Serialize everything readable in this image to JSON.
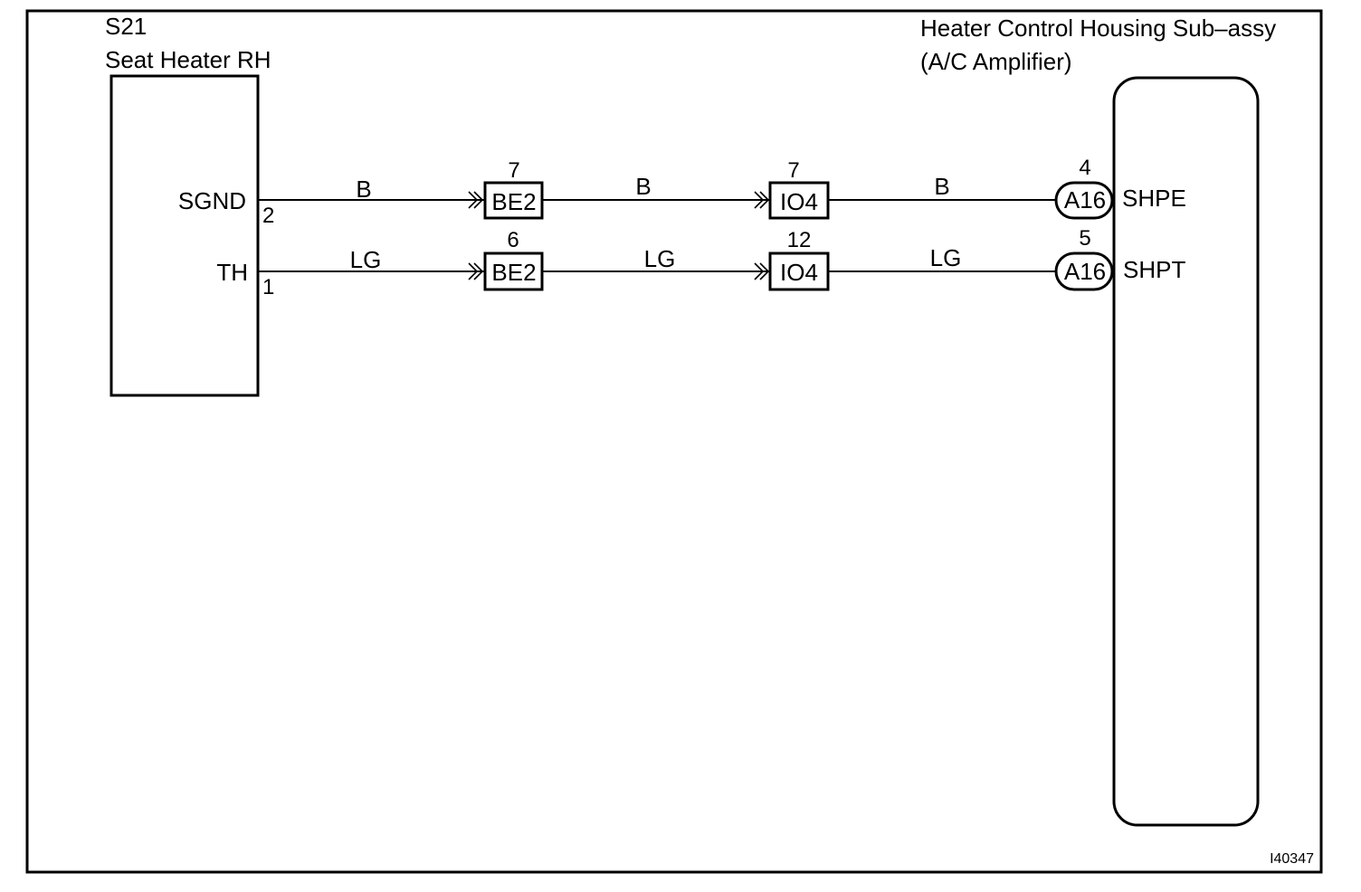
{
  "diagram_id": "I40347",
  "left_component": {
    "code": "S21",
    "name": "Seat Heater RH",
    "pins": [
      {
        "label": "SGND",
        "number": "2"
      },
      {
        "label": "TH",
        "number": "1"
      }
    ]
  },
  "right_component": {
    "title_line1": "Heater Control Housing Sub–assy",
    "title_line2": "(A/C Amplifier)",
    "pins": [
      {
        "connector": "A16",
        "number": "4",
        "label": "SHPE"
      },
      {
        "connector": "A16",
        "number": "5",
        "label": "SHPT"
      }
    ]
  },
  "wires": [
    {
      "segment_colors": [
        "B",
        "B",
        "B"
      ],
      "junctions": [
        {
          "connector": "BE2",
          "pin": "7"
        },
        {
          "connector": "IO4",
          "pin": "7"
        }
      ]
    },
    {
      "segment_colors": [
        "LG",
        "LG",
        "LG"
      ],
      "junctions": [
        {
          "connector": "BE2",
          "pin": "6"
        },
        {
          "connector": "IO4",
          "pin": "12"
        }
      ]
    }
  ]
}
